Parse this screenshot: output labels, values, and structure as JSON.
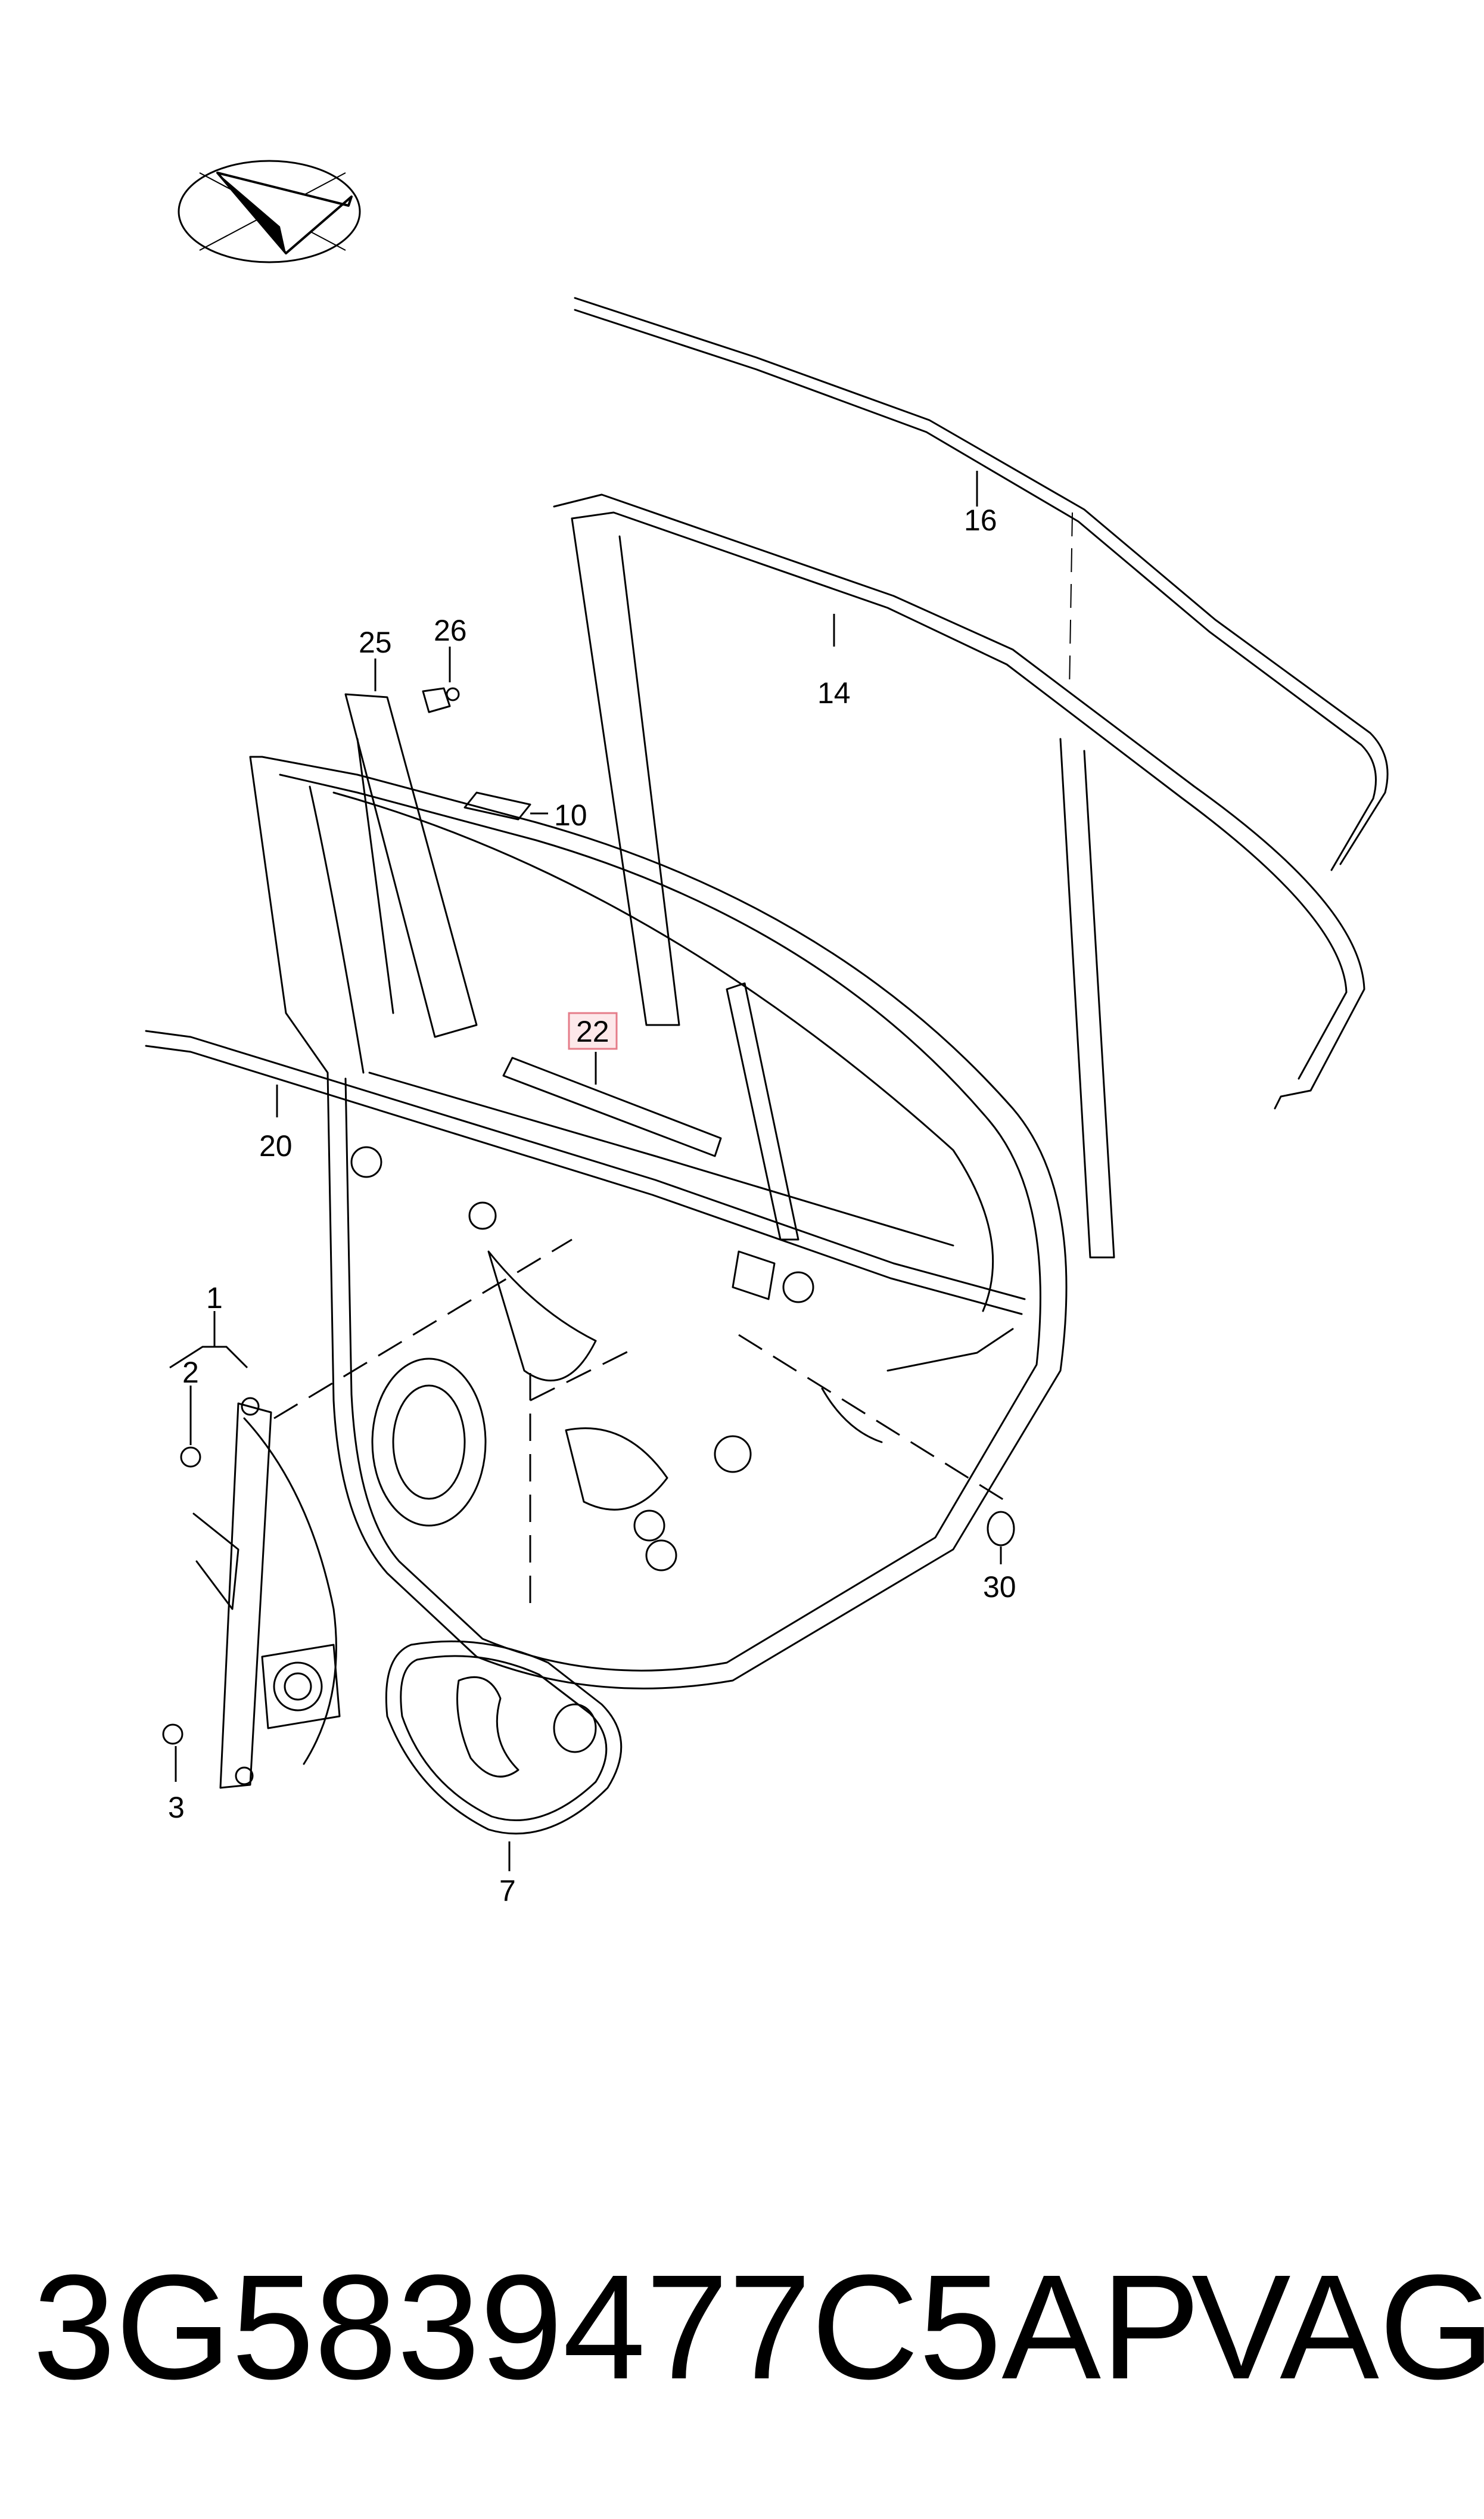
{
  "callouts": {
    "c1": "1",
    "c2": "2",
    "c3": "3",
    "c7": "7",
    "c10": "10",
    "c14": "14",
    "c16": "16",
    "c20": "20",
    "c22": "22",
    "c25": "25",
    "c26": "26",
    "c30": "30"
  },
  "highlighted_callout": "22",
  "footer": {
    "part_number": "3G5839477C5AP",
    "brand": "VAG"
  },
  "icons": {
    "orientation": "orientation-arrow-icon"
  },
  "colors": {
    "line": "#000000",
    "highlight_fill": "#fde8ea",
    "highlight_border": "#e57c89"
  }
}
